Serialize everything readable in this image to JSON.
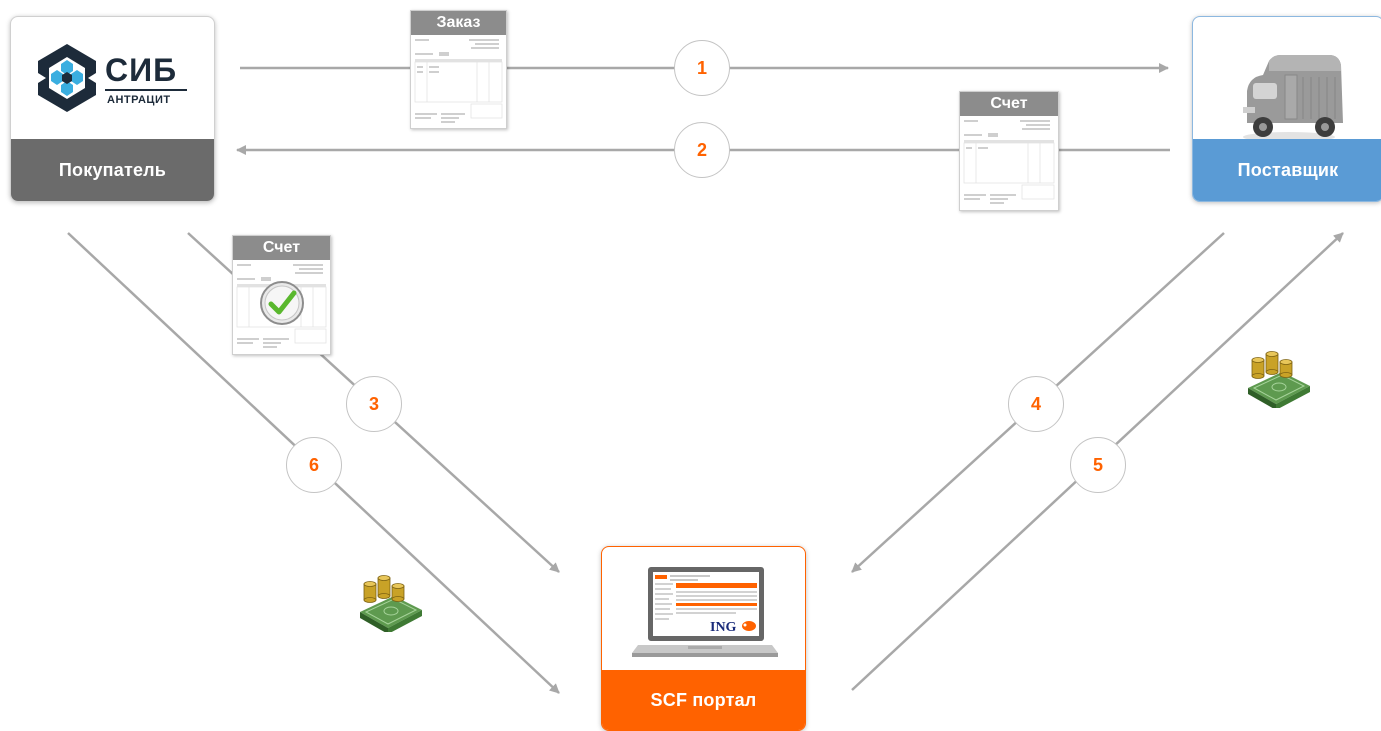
{
  "nodes": {
    "buyer": {
      "label": "Покупатель",
      "logo_title": "СИБ",
      "logo_subtitle": "АНТРАЦИТ",
      "logo_colors": {
        "dark": "#1d2b3a",
        "light": "#3aaee0"
      }
    },
    "supplier": {
      "label": "Поставщик",
      "image": "delivery-van-icon"
    },
    "portal": {
      "label": "SCF портал",
      "image": "laptop-icon",
      "screen_brand": "ING"
    }
  },
  "steps": [
    "1",
    "2",
    "3",
    "4",
    "5",
    "6"
  ],
  "documents": {
    "order": {
      "title": "Заказ"
    },
    "invoice_to_buyer": {
      "title": "Счет"
    },
    "approved_invoice": {
      "title": "Счет",
      "badge": "checkmark-icon"
    }
  },
  "money_icon": "money-stack-icon",
  "colors": {
    "accent": "#ff6200",
    "buyer": "#6b6b6b",
    "supplier": "#5a9bd5",
    "arrow": "#a8a8a8",
    "doc_header": "#8c8c8c",
    "money_green": "#3f7a34",
    "coin_gold": "#c9a227"
  }
}
